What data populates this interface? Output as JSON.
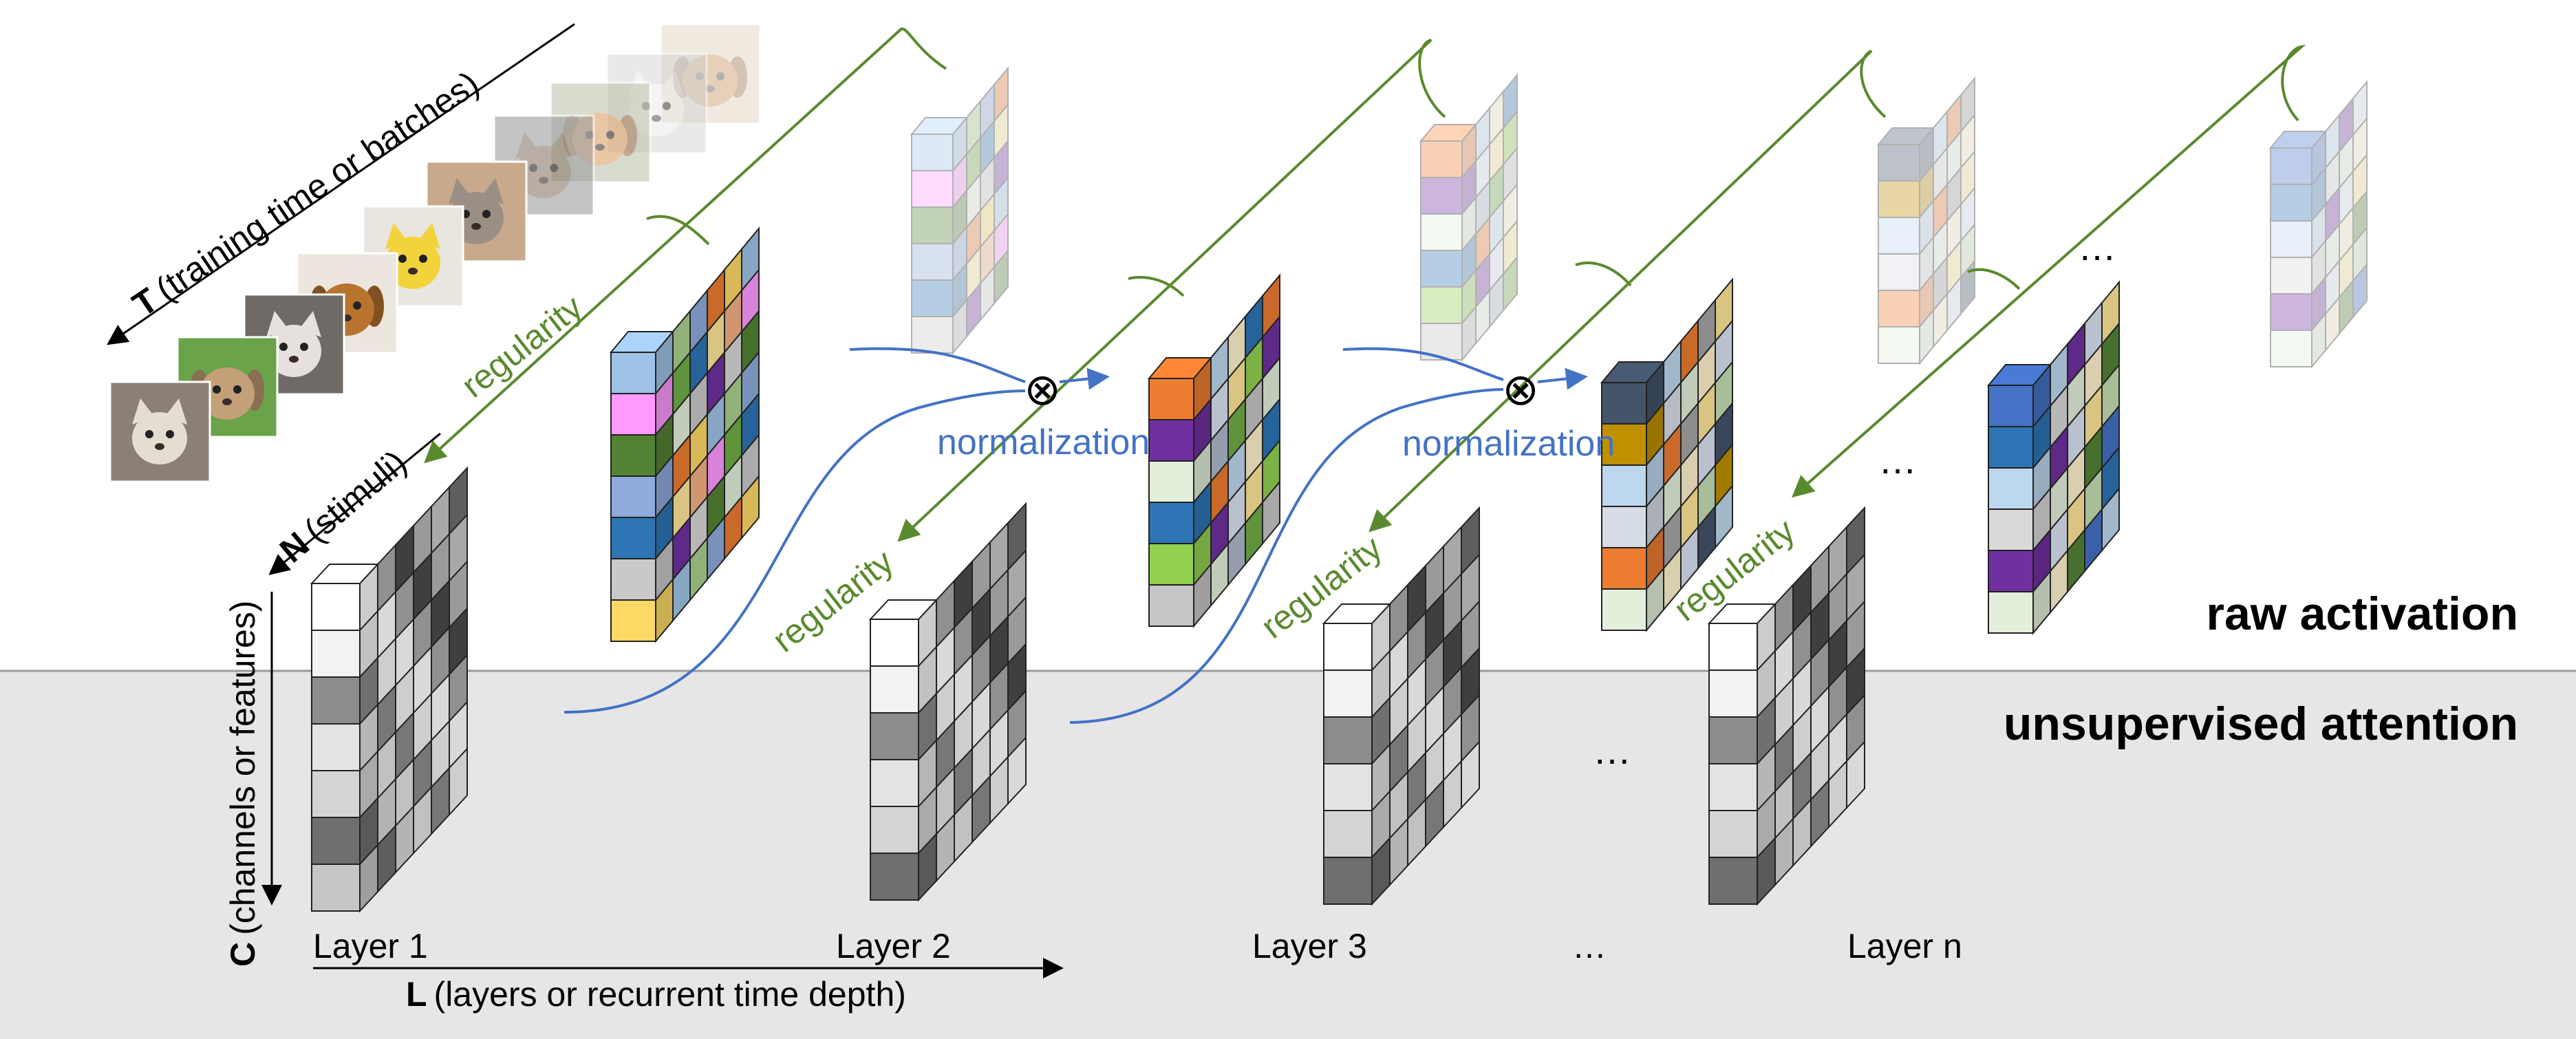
{
  "labels": {
    "raw_activation": "raw activation",
    "unsupervised_attention": "unsupervised attention",
    "regularity": "regularity",
    "normalization": "normalization",
    "ellipsis": "…",
    "otimes": "⊗"
  },
  "axes": {
    "t_letter": "T",
    "t_desc": "(training time or batches)",
    "n_letter": "N",
    "n_desc": "(stimuli)",
    "c_letter": "C",
    "c_desc": "(channels or features)",
    "l_letter": "L",
    "l_desc": "(layers or recurrent time depth)"
  },
  "layers": [
    "Layer 1",
    "Layer 2",
    "Layer 3",
    "…",
    "Layer n"
  ],
  "colors": {
    "regularity_green": "#5a8a2e",
    "normalization_blue": "#4472c4",
    "attention_bg": "#e6e6e6",
    "axis": "#000000"
  },
  "icons": [
    "cat-photo-icon",
    "dog-photo-icon"
  ]
}
